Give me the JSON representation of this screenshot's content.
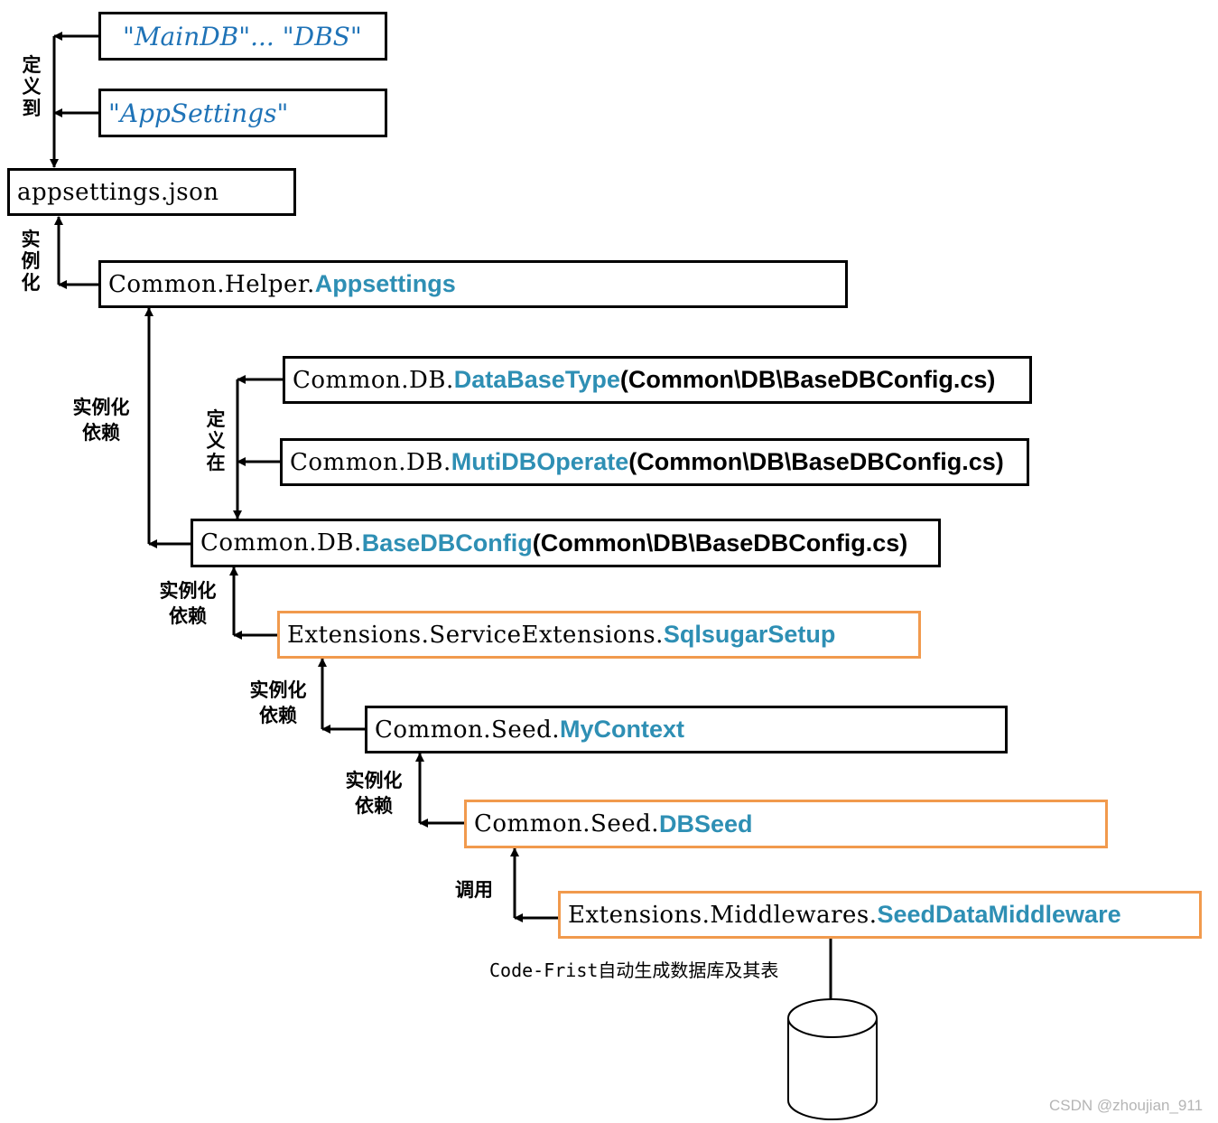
{
  "nodes": {
    "maindb": {
      "text": "\"MainDB\"... \"DBS\""
    },
    "appsettings_key": {
      "text": "\"AppSettings\""
    },
    "appsettings_json": {
      "text": "appsettings.json"
    },
    "helper": {
      "prefix": "Common.Helper.",
      "name": "Appsettings"
    },
    "databasetype": {
      "prefix": "Common.DB.",
      "name": "DataBaseType",
      "suffix": "(Common\\DB\\BaseDBConfig.cs)"
    },
    "mutidboperate": {
      "prefix": "Common.DB.",
      "name": "MutiDBOperate",
      "suffix": "(Common\\DB\\BaseDBConfig.cs)"
    },
    "basedbconfig": {
      "prefix": "Common.DB.",
      "name": "BaseDBConfig",
      "suffix": "(Common\\DB\\BaseDBConfig.cs)"
    },
    "sqlsugarsetup": {
      "prefix": "Extensions.ServiceExtensions.",
      "name": "SqlsugarSetup"
    },
    "mycontext": {
      "prefix": "Common.Seed.",
      "name": "MyContext"
    },
    "dbseed": {
      "prefix": "Common.Seed.",
      "name": "DBSeed"
    },
    "seeddatamiddleware": {
      "prefix": "Extensions.Middlewares.",
      "name": "SeedDataMiddleware"
    }
  },
  "edge_labels": {
    "defined_to": "定义到",
    "instantiate_1": "实例化",
    "instantiate_dep_1": {
      "line1": "实例化",
      "line2": "依赖"
    },
    "defined_in": "定义在",
    "instantiate_dep_2": {
      "line1": "实例化",
      "line2": "依赖"
    },
    "instantiate_dep_3": {
      "line1": "实例化",
      "line2": "依赖"
    },
    "instantiate_dep_4": {
      "line1": "实例化",
      "line2": "依赖"
    },
    "invoke": "调用"
  },
  "caption": "Code-Frist自动生成数据库及其表",
  "watermark": "CSDN @zhoujian_911",
  "colors": {
    "link_blue": "#2e8fb4",
    "string_blue": "#1f73b7",
    "highlight_orange": "#f19a4d",
    "line": "#000000"
  }
}
